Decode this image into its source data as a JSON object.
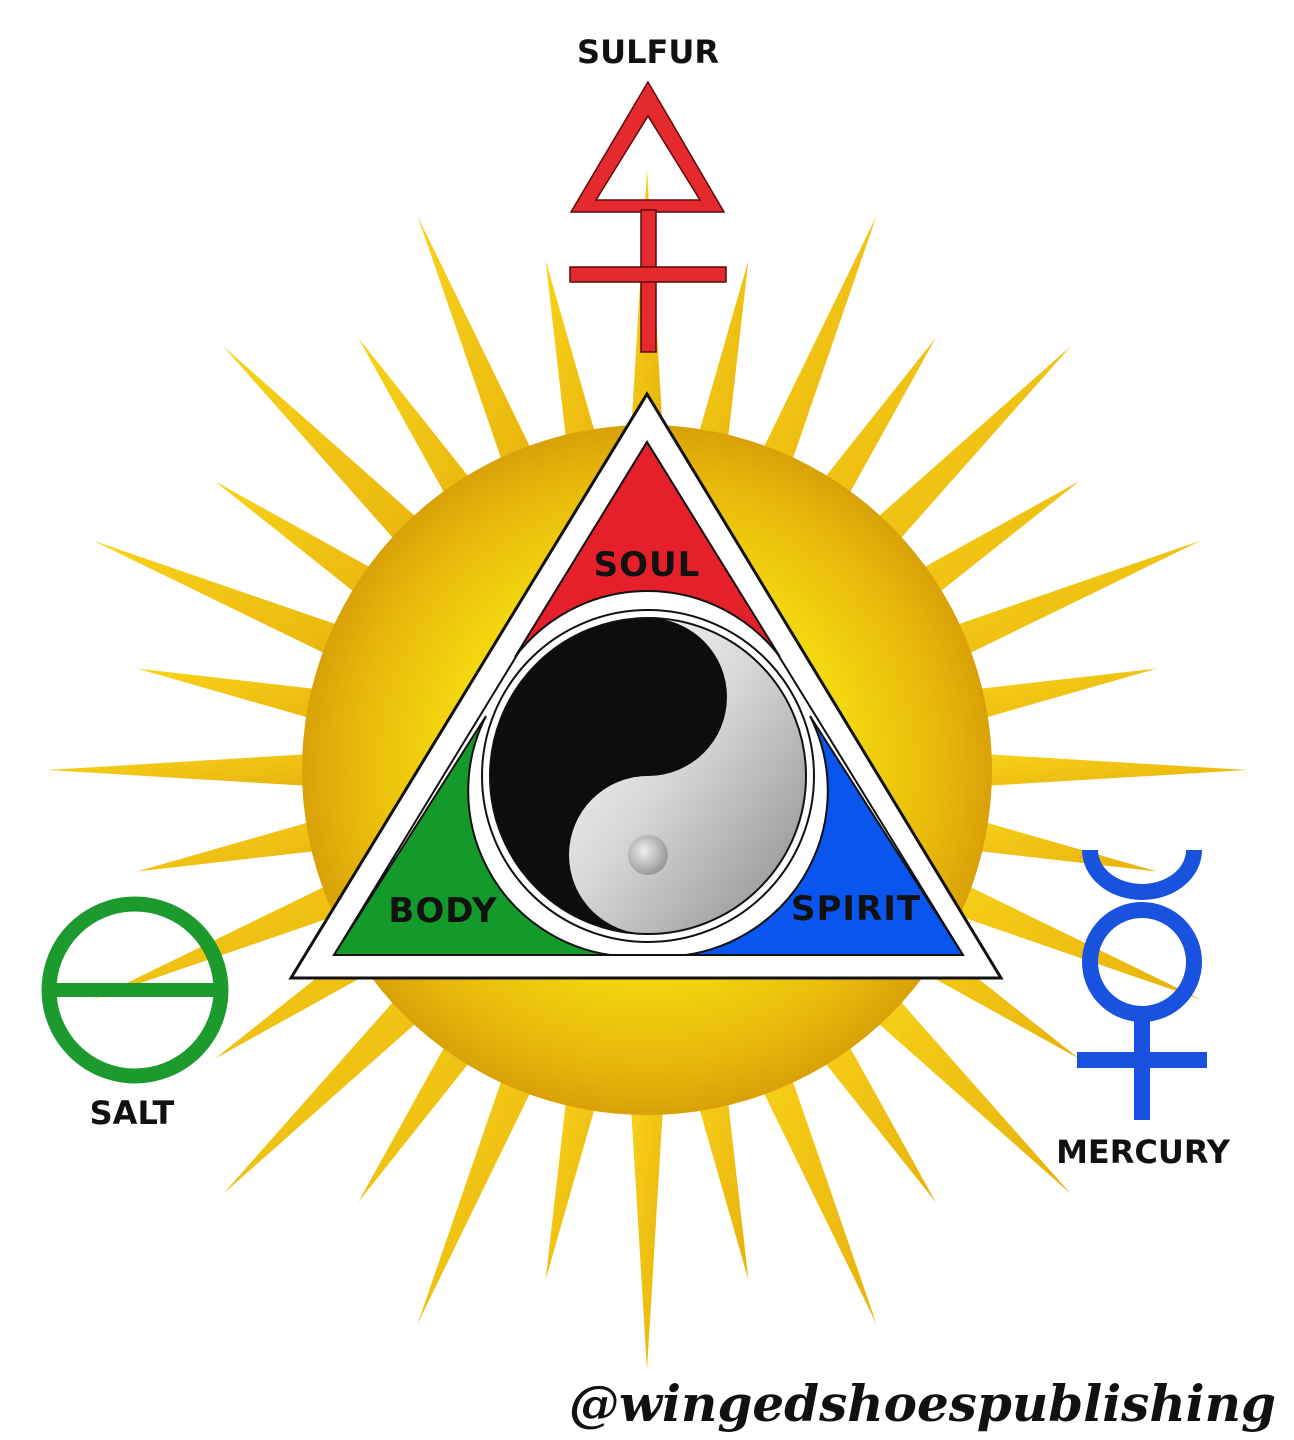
{
  "labels": {
    "sulfur": "SULFUR",
    "salt": "SALT",
    "mercury": "MERCURY",
    "soul": "SOUL",
    "body": "BODY",
    "spirit": "SPIRIT"
  },
  "watermark": "@wingedshoespublishing",
  "colors": {
    "sulfur": "#e52a2f",
    "soul": "#e5202a",
    "salt": "#1d9a2e",
    "body": "#139a2a",
    "mercury": "#1a52e0",
    "spirit": "#0a55ee",
    "sun_center": "#f7ea10",
    "sun_edge": "#e0a80a",
    "ray": "#f2c20c"
  },
  "icons": {
    "sulfur": "sulfur-symbol-icon",
    "salt": "salt-symbol-icon",
    "mercury": "mercury-symbol-icon",
    "center": "yin-yang-icon",
    "background": "sun-icon"
  }
}
